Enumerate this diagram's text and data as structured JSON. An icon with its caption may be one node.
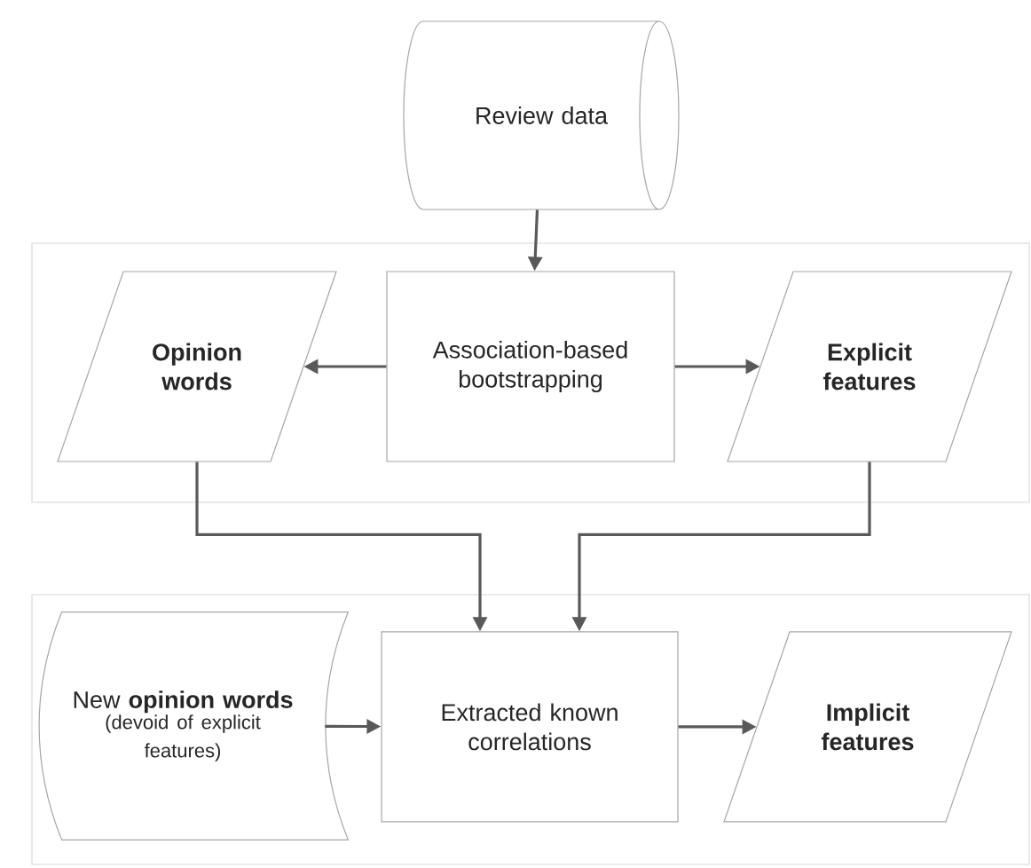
{
  "diagram": {
    "nodes": [
      {
        "text": [
          "Review data"
        ]
      },
      {
        "text": [],
        "shape": "box"
      },
      {
        "text": [
          "Opinion words"
        ],
        "in": 1
      },
      {
        "text": [
          "Association-based bootstrapping"
        ],
        "in": 1
      },
      {
        "text": [
          "Explicit features"
        ],
        "in": 1
      },
      {
        "text": [],
        "shape": "box"
      },
      {
        "text": [
          "New **opinion words**",
          "(devoid of explicit features)"
        ],
        "in": 5
      },
      {
        "text": [
          "Extracted known correlations"
        ],
        "in": 5
      },
      {
        "text": [
          "Implicit features"
        ],
        "in": 5
      }
    ],
    "edges": [
      {
        "from": 0,
        "to": 3,
        "arrow": "to"
      },
      {
        "from": 3,
        "to": 2,
        "arrow": "to"
      },
      {
        "from": 3,
        "to": 4,
        "arrow": "to"
      },
      {
        "from": 2,
        "to": 7,
        "arrow": "to"
      },
      {
        "from": 4,
        "to": 7,
        "arrow": "to"
      },
      {
        "from": 6,
        "to": 7,
        "arrow": "to"
      },
      {
        "from": 7,
        "to": 8,
        "arrow": "to"
      }
    ]
  }
}
